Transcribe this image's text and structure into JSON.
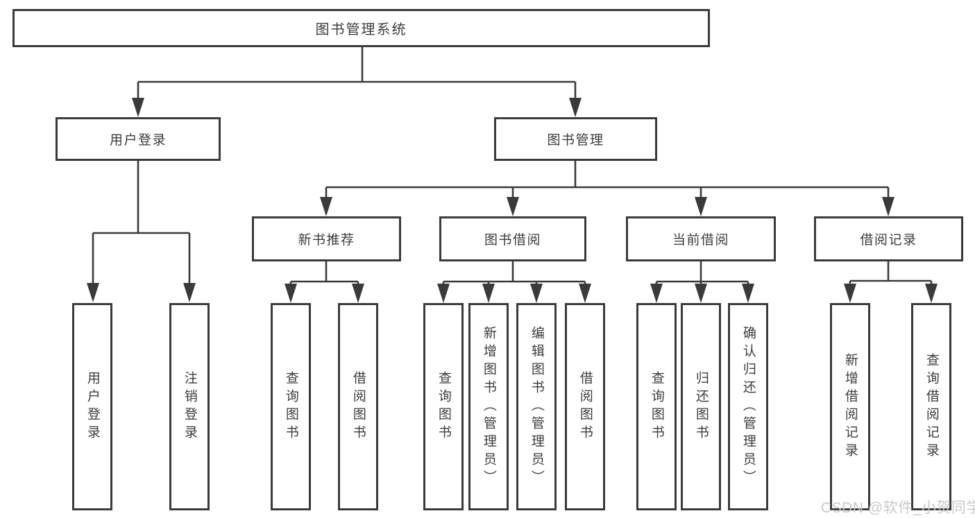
{
  "root": {
    "label": "图书管理系统"
  },
  "level2": {
    "user_login": {
      "label": "用户登录",
      "children": [
        "用户登录",
        "注销登录"
      ]
    },
    "book_mgmt": {
      "label": "图书管理"
    }
  },
  "modules": {
    "new_book": {
      "label": "新书推荐",
      "children": [
        "查询图书",
        "借阅图书"
      ]
    },
    "borrow": {
      "label": "图书借阅",
      "children": [
        "查询图书",
        "新增图书（管理员）",
        "编辑图书（管理员）",
        "借阅图书"
      ]
    },
    "current": {
      "label": "当前借阅",
      "children": [
        "查询图书",
        "归还图书",
        "确认归还（管理员）"
      ]
    },
    "records": {
      "label": "借阅记录",
      "children": [
        "新增借阅记录",
        "查询借阅记录"
      ]
    }
  },
  "watermark": "CSDN @软件_小贺同学",
  "colors": {
    "line": "#3a3a3a",
    "text": "#3c3c3c",
    "watermark": "#c9c9c9",
    "background": "#ffffff"
  }
}
